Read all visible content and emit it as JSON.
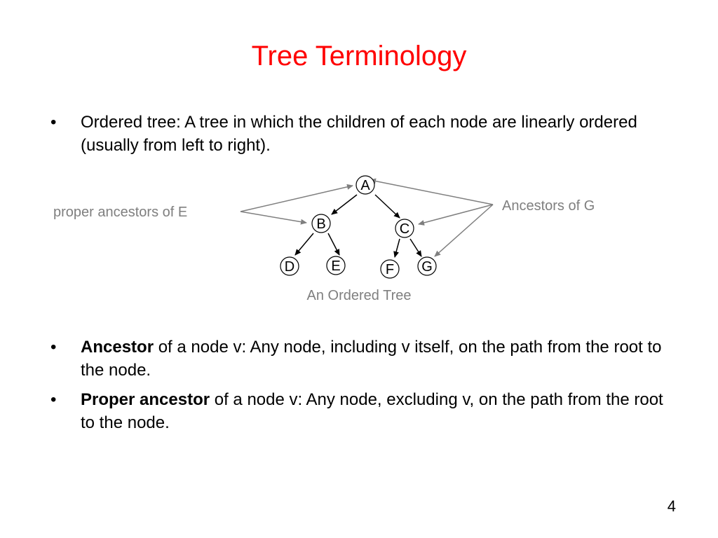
{
  "slide": {
    "title": "Tree Terminology",
    "page_number": "4"
  },
  "bullets": [
    {
      "marker": "•",
      "bold": "",
      "text": "Ordered tree: A tree in which the children of each node are linearly ordered (usually from left to right)."
    },
    {
      "marker": "•",
      "bold": "Ancestor",
      "text": " of a node v: Any node, including v itself, on the path from the root to the node."
    },
    {
      "marker": "•",
      "bold": "Proper ancestor",
      "text": " of a node v: Any node, excluding v, on the path from the root to the node."
    }
  ],
  "diagram": {
    "caption": "An Ordered Tree",
    "left_annotation": "proper ancestors of E",
    "right_annotation": "Ancestors of G",
    "nodes": {
      "a": "A",
      "b": "B",
      "c": "C",
      "d": "D",
      "e": "E",
      "f": "F",
      "g": "G"
    }
  },
  "colors": {
    "title": "#ff0000",
    "annotation": "#7f7f7f",
    "text": "#000000"
  }
}
